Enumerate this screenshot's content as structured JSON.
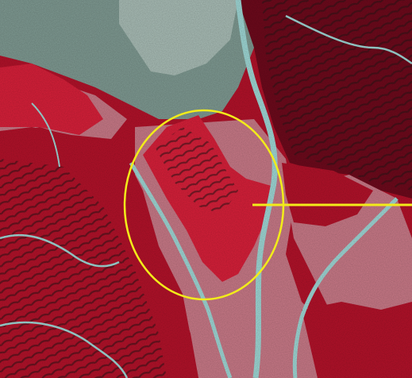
{
  "image": {
    "kind": "false-color infrared satellite image",
    "colors": {
      "vegetation": "#b3122a",
      "vegetation_dark": "#6e0a1c",
      "vegetation_bright": "#d8203a",
      "urban": "#7f9a92",
      "urban_light": "#a9bdb6",
      "water": "#9fd8d6",
      "pink_fields": "#c97a88",
      "shadow": "#2a1416"
    }
  },
  "annotation": {
    "shape": "ellipse",
    "pointer": "horizontal line",
    "color": "#f2ec1a"
  }
}
